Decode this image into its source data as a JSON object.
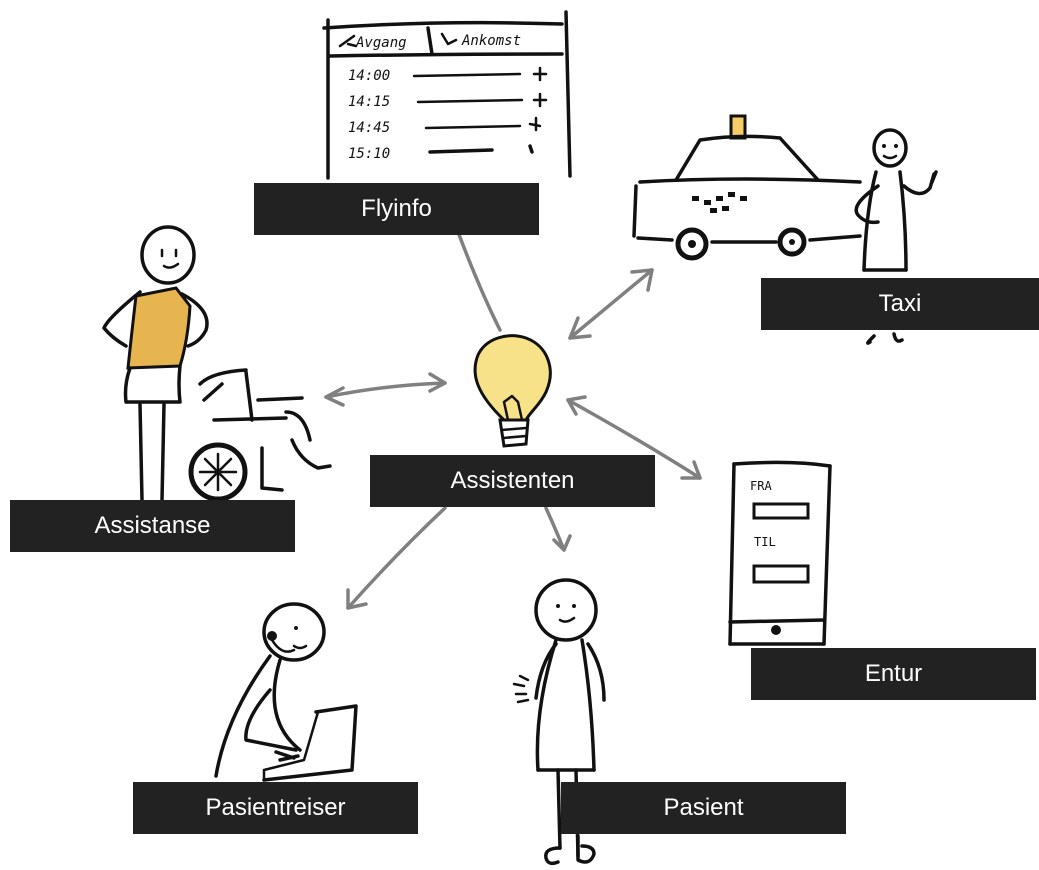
{
  "nodes": {
    "flyinfo": "Flyinfo",
    "taxi": "Taxi",
    "assistanse": "Assistanse",
    "assistenten": "Assistenten",
    "entur": "Entur",
    "pasientreiser": "Pasientreiser",
    "pasient": "Pasient"
  },
  "flight_board": {
    "departures_tab": "Avgang",
    "arrivals_tab": "Ankomst",
    "times": [
      "14:00",
      "14:15",
      "14:45",
      "15:10"
    ]
  },
  "phone": {
    "from_label": "FRA",
    "to_label": "TIL"
  },
  "colors": {
    "label_bg": "#222222",
    "label_text": "#ffffff",
    "arrow": "#808080",
    "bulb": "#f7e28a",
    "vest": "#e7b54f",
    "taxi_sign": "#f5cc66"
  }
}
